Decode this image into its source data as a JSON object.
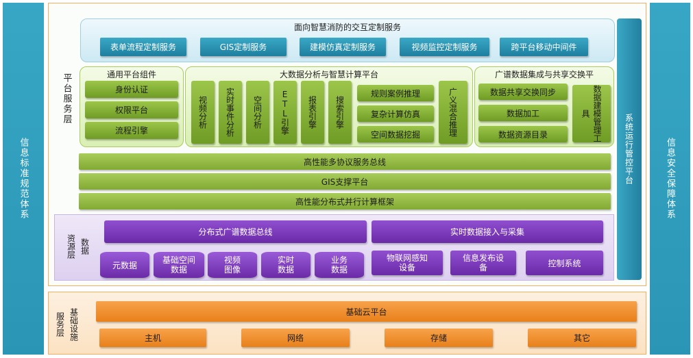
{
  "left_sidebar": "信息标准规范体系",
  "right_sidebar": "信息安全保障体系",
  "top_panel": {
    "title": "面向智慧消防的交互定制服务",
    "services": [
      "表单流程定制服务",
      "GIS定制服务",
      "建模仿真定制服务",
      "视频监控定制服务",
      "跨平台移动中间件"
    ]
  },
  "platform_layer_label": "平台服务层",
  "common_components": {
    "title": "通用平台组件",
    "items": [
      "身份认证",
      "权限平台",
      "流程引擎"
    ]
  },
  "bigdata": {
    "title": "大数据分析与智慧计算平台",
    "columns": [
      "视频分析",
      "实时事件分析",
      "空间分析",
      "ETL引擎",
      "报表引擎",
      "搜索引擎"
    ],
    "stack": [
      "规则案例推理",
      "复杂计算仿真",
      "空间数据挖掘"
    ],
    "side": "广义混合推理"
  },
  "exchange": {
    "title": "广谱数据集成与共享交换平",
    "stack": [
      "数据共享交换同步",
      "数据加工",
      "数据资源目录"
    ],
    "side": "数据建模管理工具"
  },
  "green_bars": [
    "高性能多协议服务总线",
    "GIS支撑平台",
    "高性能分布式并行计算框架"
  ],
  "ops_platform": "系统运行管控平台",
  "data_layer": {
    "label_a": "资源层",
    "label_b": "数据",
    "buses": [
      "分布式广谱数据总线",
      "实时数据接入与采集"
    ],
    "stores": [
      "元数据",
      "基础空间数据",
      "视频图像",
      "实时数据",
      "业务数据"
    ],
    "devices": [
      "物联网感知设备",
      "信息发布设备",
      "控制系统"
    ]
  },
  "infra_layer": {
    "label_a": "服务层",
    "label_b": "基础设施",
    "cloud": "基础云平台",
    "items": [
      "主机",
      "网络",
      "存储",
      "其它"
    ]
  }
}
